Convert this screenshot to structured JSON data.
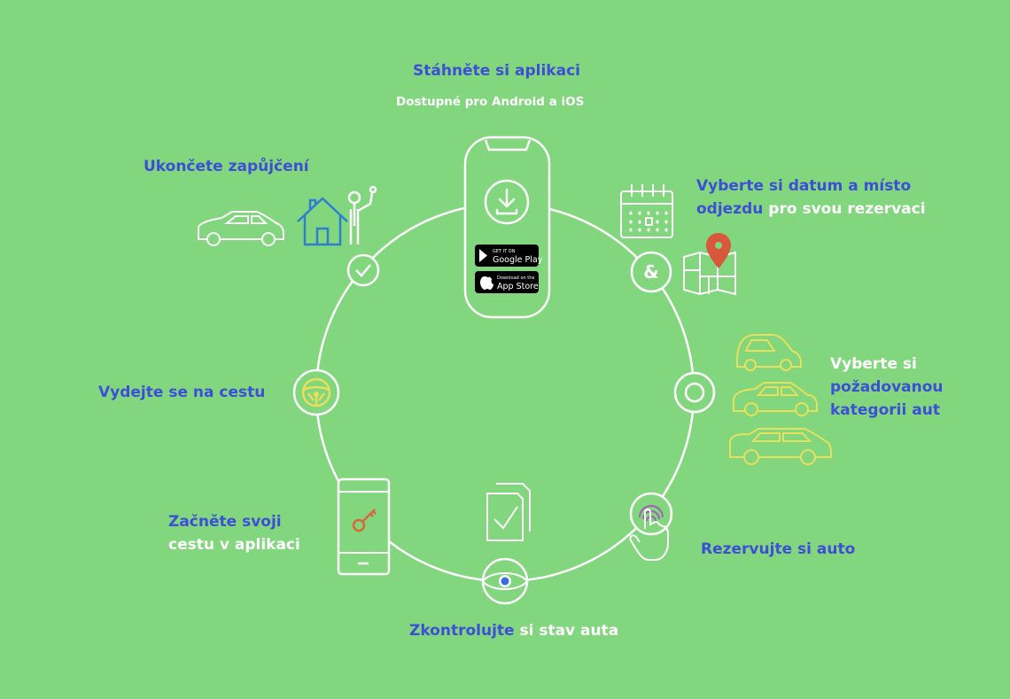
{
  "steps": {
    "download": {
      "title": "Stáhněte si aplikaci",
      "subtitle": "Dostupné pro Android a iOS"
    },
    "select_date": {
      "line1": "Vyberte si datum a místo",
      "line2_blue": "odjezdu",
      "line2_white": " pro svou rezervaci"
    },
    "category": {
      "line1": "Vyberte si",
      "line2": "požadovanou",
      "line3": "kategorii aut"
    },
    "reserve": {
      "label": "Rezervujte si auto"
    },
    "check": {
      "blue": "Zkontrolujte",
      "white": " si stav auta"
    },
    "start": {
      "line1": "Začněte svoji",
      "line2": "cestu v aplikaci"
    },
    "go": {
      "label": "Vydejte se na cestu"
    },
    "end": {
      "label": "Ukončete zapůjčení"
    }
  },
  "stores": {
    "google_small": "GET IT ON",
    "google": "Google Play",
    "apple_small": "Download on the",
    "apple": "App Store"
  },
  "connector_symbol": "&",
  "colors": {
    "background": "#82d67e",
    "blue_text": "#3d4fd6",
    "white": "#ffffff",
    "yellow_icons": "#e8e05a",
    "pin_red": "#d9573a",
    "key_orange": "#d9673a",
    "house_blue": "#2f7fd0",
    "fingerprint_purple": "#a05fb8",
    "eye_dot": "#3a6ee0"
  },
  "icons": [
    "download-icon",
    "calendar-icon",
    "map-pin-icon",
    "car-icon",
    "fingerprint-touch-icon",
    "eye-icon",
    "document-check-icon",
    "phone-key-icon",
    "steering-wheel-icon",
    "check-icon",
    "house-person-icon"
  ]
}
